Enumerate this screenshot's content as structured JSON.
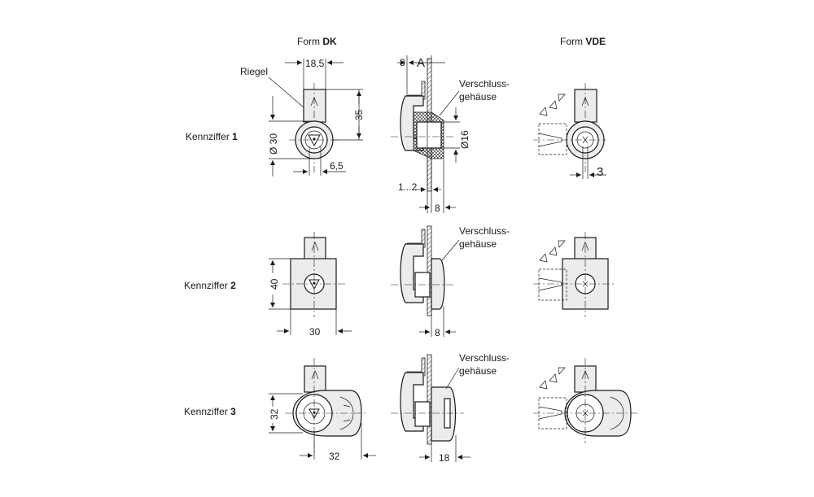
{
  "headers": {
    "col_dk_prefix": "Form ",
    "col_dk_bold": "DK",
    "col_vde_prefix": "Form ",
    "col_vde_bold": "VDE"
  },
  "rows": [
    {
      "prefix": "Kennziffer ",
      "bold": "1"
    },
    {
      "prefix": "Kennziffer ",
      "bold": "2"
    },
    {
      "prefix": "Kennziffer ",
      "bold": "3"
    }
  ],
  "annotations": {
    "riegel": "Riegel",
    "housing_line1": "Verschluss-",
    "housing_line2": "gehäuse",
    "panel_thickness": "1...2",
    "section_a": "A"
  },
  "dimensions": {
    "width_18_5": "18,5",
    "height_35": "35",
    "dia_30": "Ø 30",
    "offset_6_5": "6,5",
    "dim_8_top": "8",
    "dia_16": "Ø16",
    "dim_8_row1": "8",
    "dim_3": "3",
    "height_40": "40",
    "width_30": "30",
    "dim_8_row2": "8",
    "height_32": "32",
    "width_32": "32",
    "dim_18": "18"
  }
}
